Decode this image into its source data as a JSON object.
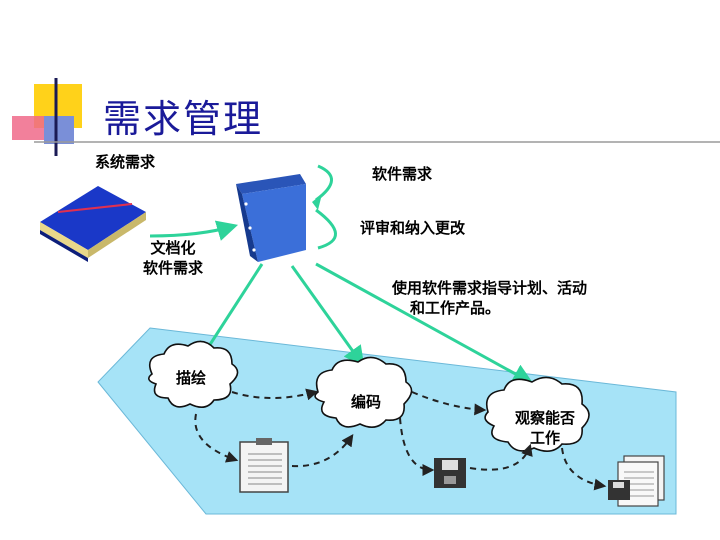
{
  "slide": {
    "title": "需求管理"
  },
  "labels": {
    "system_requirements": "系统需求",
    "software_requirements": "软件需求",
    "review_and_incorporate": "评审和纳入更改",
    "documented_line1": "文档化",
    "documented_line2": "软件需求",
    "use_line1": "使用软件需求指导计划、活动",
    "use_line2": "和工作产品。",
    "sketch": "描绘",
    "coding": "编码",
    "observe_line1": "观察能否",
    "observe_line2": "工作"
  },
  "colors": {
    "title": "#1a1a99",
    "floor": "#a6e3f7",
    "arrow_green": "#2ed39a",
    "binder": "#3b6fd9",
    "book": "#1a38c8",
    "accent_yellow": "#ffd21a",
    "accent_pink": "#f06a8a"
  }
}
